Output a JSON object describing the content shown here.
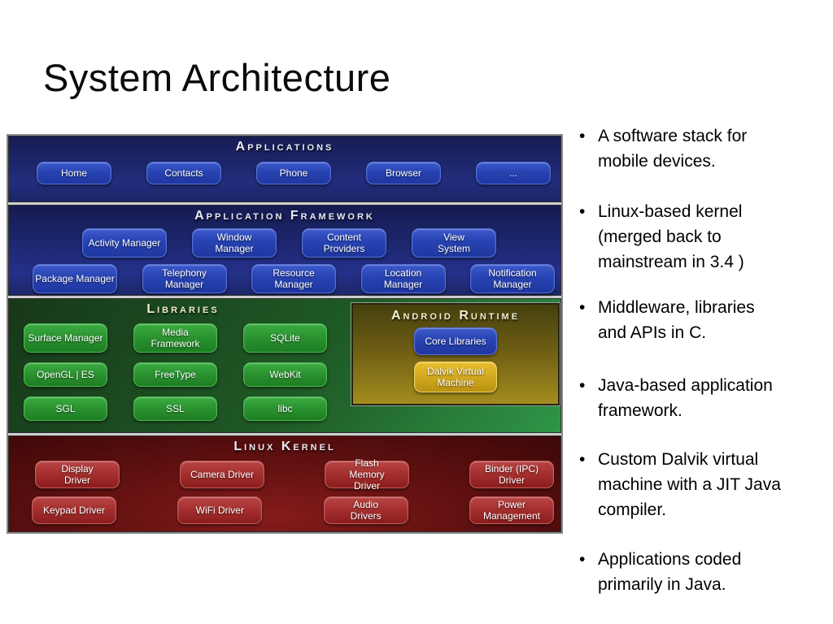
{
  "slide": {
    "title": "System Architecture"
  },
  "diagram": {
    "sections": {
      "applications": {
        "title": "Applications",
        "items": [
          "Home",
          "Contacts",
          "Phone",
          "Browser",
          "..."
        ]
      },
      "application_framework": {
        "title": "Application Framework",
        "row1": [
          "Activity Manager",
          "Window Manager",
          "Content Providers",
          "View System"
        ],
        "row2": [
          "Package Manager",
          "Telephony Manager",
          "Resource Manager",
          "Location Manager",
          "Notification Manager"
        ]
      },
      "libraries": {
        "title": "Libraries",
        "row1": [
          "Surface Manager",
          "Media Framework",
          "SQLite"
        ],
        "row2": [
          "OpenGL | ES",
          "FreeType",
          "WebKit"
        ],
        "row3": [
          "SGL",
          "SSL",
          "libc"
        ]
      },
      "android_runtime": {
        "title": "Android Runtime",
        "core_libraries": "Core Libraries",
        "dalvik_vm": "Dalvik Virtual Machine"
      },
      "linux_kernel": {
        "title": "Linux Kernel",
        "row1": [
          "Display Driver",
          "Camera Driver",
          "Flash Memory Driver",
          "Binder (IPC) Driver"
        ],
        "row2": [
          "Keypad Driver",
          "WiFi Driver",
          "Audio Drivers",
          "Power Management"
        ]
      }
    },
    "colors": {
      "blue_section": "#202c7c",
      "blue_button": "#2c48b8",
      "green_section": "#236030",
      "green_button": "#2a9230",
      "runtime_panel": "#7a6815",
      "gold_button": "#d2a81f",
      "kernel_section": "#5c0f0f",
      "red_button": "#a42e2e"
    }
  },
  "bullets": [
    {
      "lines": [
        "A software stack for",
        "mobile devices."
      ]
    },
    {
      "lines": [
        "Linux-based kernel",
        "(merged back to",
        "mainstream in 3.4 )"
      ]
    },
    {
      "lines": [
        "Middleware, libraries",
        "and APIs in C."
      ]
    },
    {
      "lines": [
        "Java-based application",
        "framework."
      ]
    },
    {
      "lines": [
        "Custom Dalvik virtual",
        "machine with a JIT Java",
        "compiler."
      ]
    },
    {
      "lines": [
        "Applications coded",
        "primarily in Java."
      ]
    }
  ]
}
